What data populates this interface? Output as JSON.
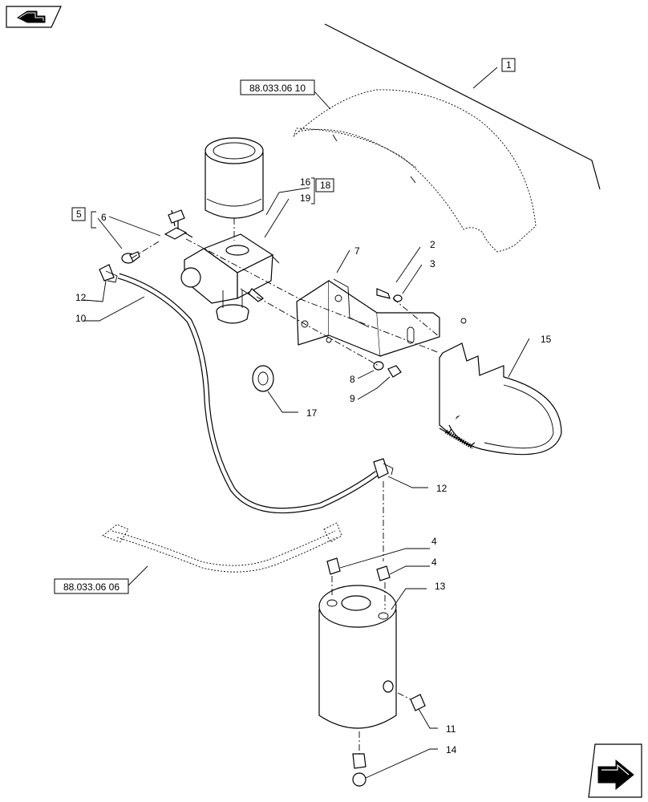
{
  "diagram": {
    "item_labels": [
      {
        "id": "n1",
        "text": "1",
        "boxed": true
      },
      {
        "id": "n2",
        "text": "2"
      },
      {
        "id": "n3",
        "text": "3"
      },
      {
        "id": "n4a",
        "text": "4"
      },
      {
        "id": "n4b",
        "text": "4"
      },
      {
        "id": "n5",
        "text": "5",
        "boxed": true
      },
      {
        "id": "n6",
        "text": "6"
      },
      {
        "id": "n7",
        "text": "7"
      },
      {
        "id": "n8",
        "text": "8"
      },
      {
        "id": "n9",
        "text": "9"
      },
      {
        "id": "n10",
        "text": "10"
      },
      {
        "id": "n11",
        "text": "11"
      },
      {
        "id": "n12a",
        "text": "12"
      },
      {
        "id": "n12b",
        "text": "12"
      },
      {
        "id": "n13",
        "text": "13"
      },
      {
        "id": "n14",
        "text": "14"
      },
      {
        "id": "n15",
        "text": "15"
      },
      {
        "id": "n16",
        "text": "16"
      },
      {
        "id": "n17",
        "text": "17"
      },
      {
        "id": "n18",
        "text": "18",
        "boxed": true
      },
      {
        "id": "n19",
        "text": "19"
      }
    ],
    "cross_references": [
      {
        "id": "ref_top",
        "text": "88.033.06 10"
      },
      {
        "id": "ref_bottom",
        "text": "88.033.06 06"
      }
    ],
    "nav_icons": [
      {
        "id": "prev",
        "icon": "back-arrow-icon"
      },
      {
        "id": "next",
        "icon": "forward-arrow-icon"
      }
    ]
  }
}
